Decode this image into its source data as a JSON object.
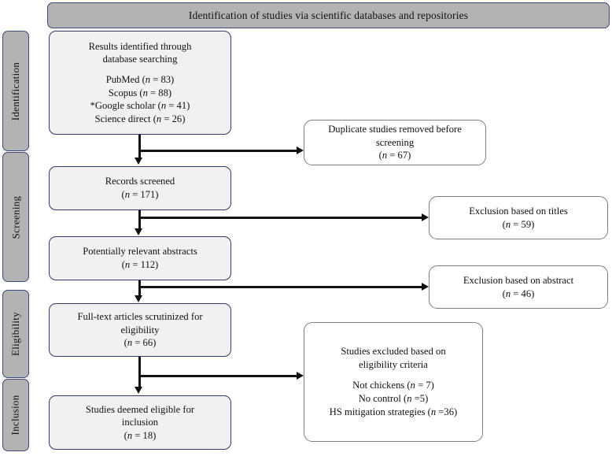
{
  "banner": {
    "title": "Identification of studies via scientific databases and repositories"
  },
  "stages": [
    {
      "label": "Identification"
    },
    {
      "label": "Screening"
    },
    {
      "label": "Eligibility"
    },
    {
      "label": "Inclusion"
    }
  ],
  "flow": {
    "identified": {
      "line1": "Results identified through",
      "line2": "database searching",
      "source1": "PubMed (",
      "source1_n": "n",
      "source1_val": " = 83)",
      "source2": "Scopus (",
      "source2_n": "n",
      "source2_val": " = 88)",
      "source3": "*Google scholar (",
      "source3_n": "n",
      "source3_val": " = 41)",
      "source4": "Science direct (",
      "source4_n": "n",
      "source4_val": " = 26)"
    },
    "screened": {
      "line1": "Records screened",
      "count_open": "(",
      "count_n": "n",
      "count_val": " = 171)"
    },
    "abstracts": {
      "line1": "Potentially relevant abstracts",
      "count_open": "(",
      "count_n": "n",
      "count_val": " = 112)"
    },
    "fulltext": {
      "line1": "Full-text articles scrutinized for",
      "line2": "eligibility",
      "count_open": "(",
      "count_n": "n",
      "count_val": " = 66)"
    },
    "included": {
      "line1": "Studies deemed eligible for",
      "line2": "inclusion",
      "count_open": "(",
      "count_n": "n",
      "count_val": " = 18)"
    }
  },
  "exclusions": {
    "duplicates": {
      "line1": "Duplicate studies removed before",
      "line2": "screening",
      "count_open": "(",
      "count_n": "n",
      "count_val": " = 67)"
    },
    "titles": {
      "line1": "Exclusion based on titles",
      "count_open": "(",
      "count_n": "n",
      "count_val": " = 59)"
    },
    "abstract": {
      "line1": "Exclusion based on abstract",
      "count_open": "(",
      "count_n": "n",
      "count_val": " = 46)"
    },
    "eligibility": {
      "line1": "Studies excluded based on",
      "line2": "eligibility criteria",
      "reason1": "Not chickens (",
      "reason1_n": "n",
      "reason1_val": " = 7)",
      "reason2": "No control (",
      "reason2_n": "n",
      "reason2_val": " =5)",
      "reason3": "HS mitigation strategies (",
      "reason3_n": "n",
      "reason3_val": " =36)"
    }
  },
  "colors": {
    "banner_fill": "#b3b3b3",
    "banner_border": "#3b4a7a",
    "primary_fill": "#f1f1f1",
    "primary_border": "#2e3d6b",
    "secondary_border": "#7d7d7d",
    "connector": "#111111"
  }
}
